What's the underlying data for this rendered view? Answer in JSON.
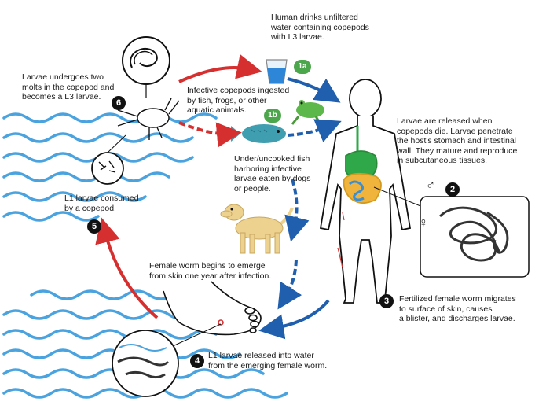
{
  "diagram": {
    "steps": [
      {
        "id": "1a",
        "badge": "1a",
        "text": "Human drinks unfiltered\nwater containing copepods\nwith L3 larvae."
      },
      {
        "id": "1b",
        "badge": "1b",
        "text": "Infective copepods ingested\nby fish, frogs, or other\naquatic animals."
      },
      {
        "id": "1b-dogs",
        "text": "Under/uncooked fish\nharboring infective\nlarvae eaten by dogs\nor people."
      },
      {
        "id": "2",
        "badge": "2",
        "text": "Larvae are released when\ncopepods die. Larvae penetrate\nthe host's stomach and intestinal\nwall.  They mature and reproduce\nin subcutaneous tissues."
      },
      {
        "id": "3",
        "badge": "3",
        "text": "Fertilized female worm migrates\nto surface of skin, causes\na blister, and discharges larvae."
      },
      {
        "id": "4",
        "badge": "4",
        "text": "L1 larvae released into water\nfrom the emerging female worm."
      },
      {
        "id": "5",
        "badge": "5",
        "text": "L1 larvae consumed\nby a copepod."
      },
      {
        "id": "6",
        "badge": "6",
        "text": "Larvae undergoes two\nmolts in the copepod and\nbecomes a L3 larvae."
      },
      {
        "id": "emerge",
        "text": "Female worm begins to emerge\nfrom skin one year after infection."
      }
    ],
    "sex_symbols": {
      "male": "♂",
      "female": "♀"
    },
    "colors": {
      "water": "#4aa3df",
      "arrow_red": "#d62f2f",
      "arrow_blue": "#1f5fae",
      "badge_green": "#4ca64c",
      "stomach": "#2fa84a",
      "intestine": "#f0b43c"
    }
  }
}
